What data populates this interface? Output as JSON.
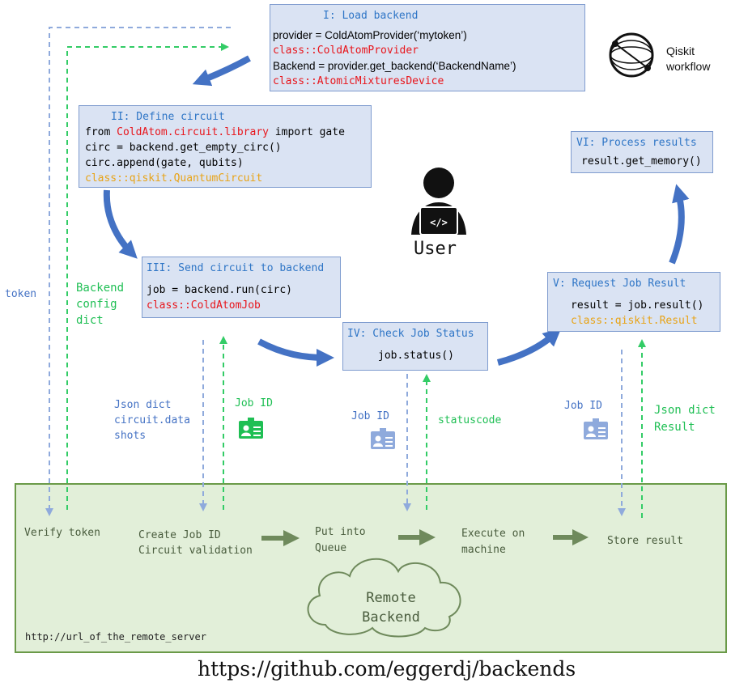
{
  "step1": {
    "title": "I: Load backend",
    "line1": "provider = ColdAtomProvider(‘mytoken’)",
    "line2": "class::ColdAtomProvider",
    "line3": "Backend = provider.get_backend(‘BackendName’)",
    "line4": "class::AtomicMixturesDevice"
  },
  "step2": {
    "title": "II: Define circuit",
    "line1_pre": "from ",
    "line1_red": "ColdAtom.circuit.library",
    "line1_post": " import gate",
    "line2": "circ = backend.get_empty_circ()",
    "line3": "circ.append(gate, qubits)",
    "line4": "class::qiskit.QuantumCircuit"
  },
  "step3": {
    "title": "III: Send circuit to backend",
    "line1": "job = backend.run(circ)",
    "line2": "class::ColdAtomJob"
  },
  "step4": {
    "title": "IV: Check Job Status",
    "line1": "job.status()"
  },
  "step5": {
    "title": "V: Request Job Result",
    "line1": "result = job.result()",
    "line2": "class::qiskit.Result"
  },
  "step6": {
    "title": "VI: Process results",
    "line1": "result.get_memory()"
  },
  "qiskit": {
    "line1": "Qiskit",
    "line2": "workflow"
  },
  "user_label": "User",
  "labels": {
    "token": "token",
    "backend_config": [
      "Backend",
      "config",
      "dict"
    ],
    "json_dict": [
      "Json dict",
      "circuit.data",
      "shots"
    ],
    "job_id_1": "Job ID",
    "job_id_2": "Job ID",
    "job_id_3": "Job ID",
    "statuscode": "statuscode",
    "json_result": [
      "Json dict",
      "Result"
    ]
  },
  "server": {
    "verify": "Verify token",
    "create": [
      "Create Job ID",
      "Circuit validation"
    ],
    "queue": [
      "Put into",
      "Queue"
    ],
    "execute": [
      "Execute on",
      "machine"
    ],
    "store": "Store result",
    "cloud": [
      "Remote",
      "Backend"
    ],
    "url": "http://url_of_the_remote_server"
  },
  "footer_url": "https://github.com/eggerdj/backends",
  "colors": {
    "box_fill": "#dae3f3",
    "arrow_blue": "#4472c4",
    "dashed_blue": "#8faadc",
    "dashed_green": "#33cc66",
    "server_fill": "#e2efd9",
    "server_border": "#6a9a48"
  }
}
